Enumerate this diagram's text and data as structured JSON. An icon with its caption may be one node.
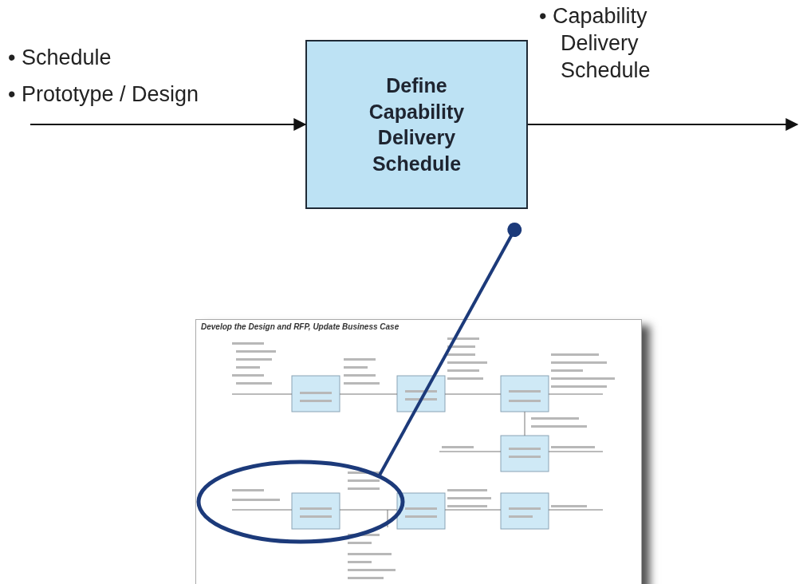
{
  "diagram": {
    "nodes": [
      {
        "text": [
          "Define Capability Delivery Schedule"
        ]
      },
      {
        "text": [
          "Develop the Design and RFP, Update Business Case"
        ]
      },
      {
        "text": [],
        "shape": "ellipse",
        "in": 1
      }
    ],
    "edges": [
      {
        "from": null,
        "to": 0,
        "arrow": "to"
      },
      {
        "from": 0,
        "to": null,
        "arrow": "to"
      },
      {
        "from": 2,
        "to": 0,
        "arrow": "other",
        "color": "#1c3a7a",
        "style": "thick"
      }
    ],
    "labels": [
      "• Schedule",
      "• Prototype / Design",
      "• Capability Delivery Schedule"
    ]
  }
}
